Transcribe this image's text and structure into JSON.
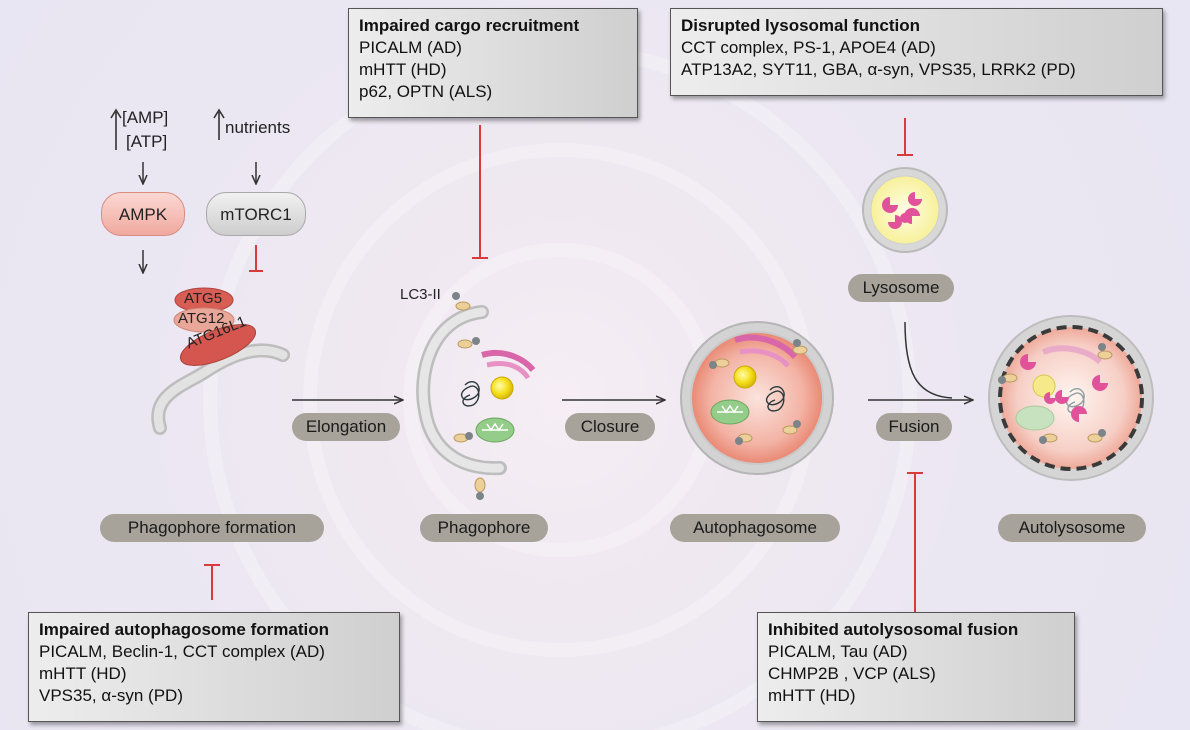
{
  "boxes": {
    "cargo": {
      "title": "Impaired cargo recruitment",
      "lines": [
        "PICALM (AD)",
        "mHTT (HD)",
        "p62, OPTN (ALS)"
      ]
    },
    "lysosomal": {
      "title": "Disrupted lysosomal function",
      "lines": [
        "CCT complex, PS-1, APOE4 (AD)",
        "ATP13A2, SYT11, GBA, α-syn, VPS35, LRRK2 (PD)"
      ]
    },
    "formation": {
      "title": "Impaired autophagosome formation",
      "lines": [
        "PICALM, Beclin-1, CCT complex (AD)",
        "mHTT (HD)",
        "VPS35, α-syn (PD)"
      ]
    },
    "fusion": {
      "title": "Inhibited autolysosomal fusion",
      "lines": [
        "PICALM, Tau (AD)",
        "CHMP2B , VCP (ALS)",
        "mHTT (HD)"
      ]
    }
  },
  "signals": {
    "amp": "[AMP]",
    "atp": "[ATP]",
    "nutrients": "nutrients",
    "ampk": "AMPK",
    "mtorc1": "mTORC1"
  },
  "proteins": {
    "atg5": "ATG5",
    "atg12": "ATG12",
    "atg16l1": "ATG16L1",
    "lc3": "LC3-II"
  },
  "steps": {
    "elongation": "Elongation",
    "closure": "Closure",
    "fusion": "Fusion"
  },
  "stages": {
    "phagophore_formation": "Phagophore formation",
    "phagophore": "Phagophore",
    "autophagosome": "Autophagosome",
    "autolysosome": "Autolysosome",
    "lysosome": "Lysosome"
  }
}
